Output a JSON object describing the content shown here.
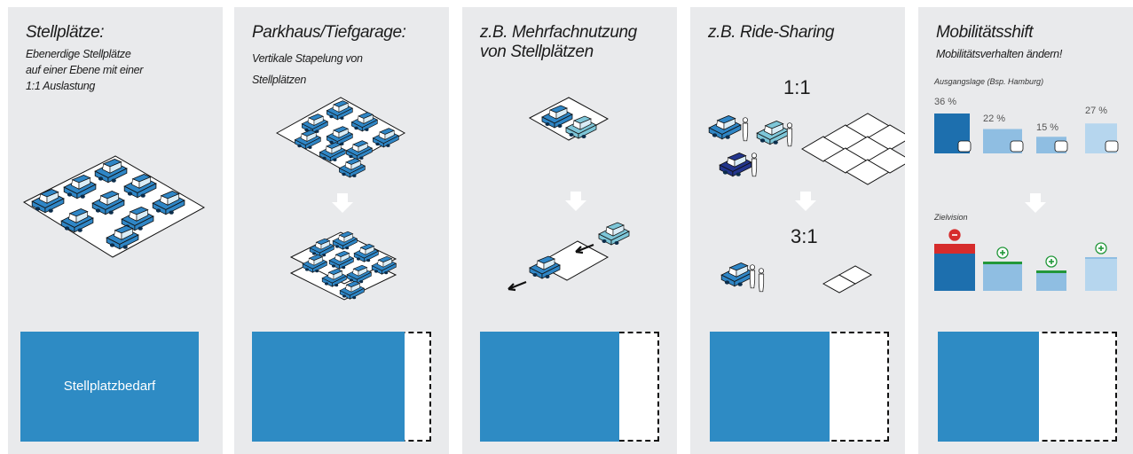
{
  "panels": [
    {
      "title": "Stellplätze:",
      "subtitle": "Ebenerdige Stellplätze\nauf einer Ebene mit einer\n1:1 Auslastung",
      "bar_label": "Stellplatzbedarf",
      "demand_share": 1.0
    },
    {
      "title": "Parkhaus/Tiefgarage:",
      "subtitle": "Vertikale Stapelung von\nStellplätzen",
      "demand_share": 0.85
    },
    {
      "title": "z.B. Mehrfachnutzung\nvon Stellplätzen",
      "demand_share": 0.78
    },
    {
      "title": "z.B. Ride-Sharing",
      "ratio_top": "1:1",
      "ratio_bottom": "3:1",
      "demand_share": 0.67
    },
    {
      "title": "Mobilitätsshift",
      "subtitle": "Mobilitätsverhalten ändern!",
      "start_label": "Ausgangslage (Bsp. Hamburg)",
      "target_label": "Zielvision",
      "modal_split": [
        {
          "mode": "car",
          "label": "36 %",
          "value": 36,
          "color": "#1d6fae",
          "icon": "car-icon"
        },
        {
          "mode": "public-transport",
          "label": "22 %",
          "value": 22,
          "color": "#8fbee2",
          "icon": "train-icon"
        },
        {
          "mode": "bicycle",
          "label": "15 %",
          "value": 15,
          "color": "#8fbee2",
          "icon": "bicycle-icon"
        },
        {
          "mode": "walking",
          "label": "27 %",
          "value": 27,
          "color": "#b6d6ee",
          "icon": "pedestrian-icon"
        }
      ],
      "target_signs": [
        "minus",
        "plus",
        "plus",
        "plus"
      ],
      "demand_share": 0.58
    }
  ],
  "colors": {
    "bar": "#2e8bc4",
    "car_dark": "#1d6fae",
    "car_light": "#7ec6d8",
    "car_navy": "#23358c",
    "minus_red": "#d62c2c",
    "plus_green": "#22973a"
  }
}
